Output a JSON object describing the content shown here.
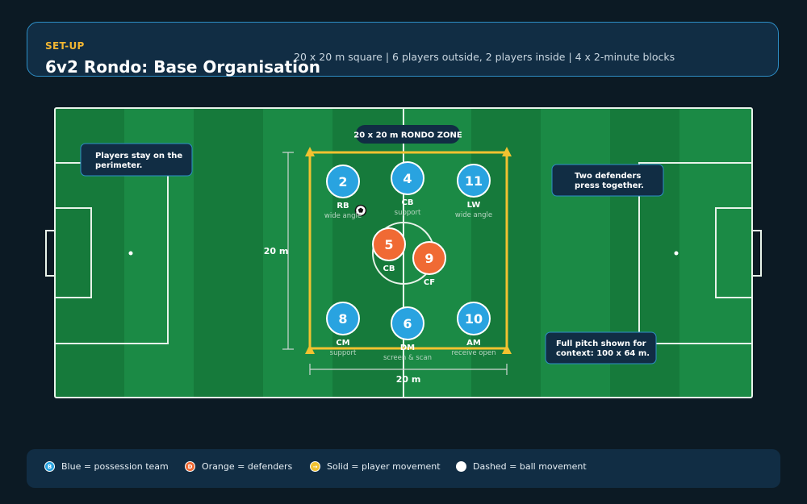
{
  "header": {
    "kicker": "SET-UP",
    "title": "6v2 Rondo: Base Organisation",
    "subtitle": "20 x 20 m square | 6 players outside, 2 players inside | 4 x 2-minute blocks"
  },
  "zone": {
    "label": "20 x 20 m RONDO ZONE",
    "dim_vertical": "20 m",
    "dim_horizontal": "20 m"
  },
  "players": [
    {
      "number": "2",
      "role": "RB",
      "note": "wide angle",
      "team": "blue"
    },
    {
      "number": "4",
      "role": "CB",
      "note": "support",
      "team": "blue"
    },
    {
      "number": "11",
      "role": "LW",
      "note": "wide angle",
      "team": "blue"
    },
    {
      "number": "8",
      "role": "CM",
      "note": "support",
      "team": "blue"
    },
    {
      "number": "6",
      "role": "DM",
      "note": "screen & scan",
      "team": "blue"
    },
    {
      "number": "10",
      "role": "AM",
      "note": "receive open",
      "team": "blue"
    },
    {
      "number": "5",
      "role": "CB",
      "note": "",
      "team": "orange"
    },
    {
      "number": "9",
      "role": "CF",
      "note": "",
      "team": "orange"
    }
  ],
  "callouts": [
    {
      "text_line1": "Players stay on the",
      "text_line2": "perimeter."
    },
    {
      "text_line1": "Two defenders",
      "text_line2": "press together."
    },
    {
      "text_line1": "Full pitch shown for",
      "text_line2": "context: 100 x 64 m."
    }
  ],
  "legend": [
    {
      "badge": "B",
      "label": "Blue = possession team",
      "color": "#29a3e0"
    },
    {
      "badge": "D",
      "label": "Orange = defenders",
      "color": "#f06a34"
    },
    {
      "badge": "→",
      "label": "Solid = player movement",
      "color": "#f2c230"
    },
    {
      "badge": "",
      "label": "Dashed = ball movement",
      "color": "#ffffff"
    }
  ],
  "colors": {
    "blue_team": "#29a3e0",
    "orange_team": "#f06a34",
    "zone_border": "#f2c230",
    "pitch_dark": "#167a3b",
    "pitch_light": "#1b8a45"
  }
}
